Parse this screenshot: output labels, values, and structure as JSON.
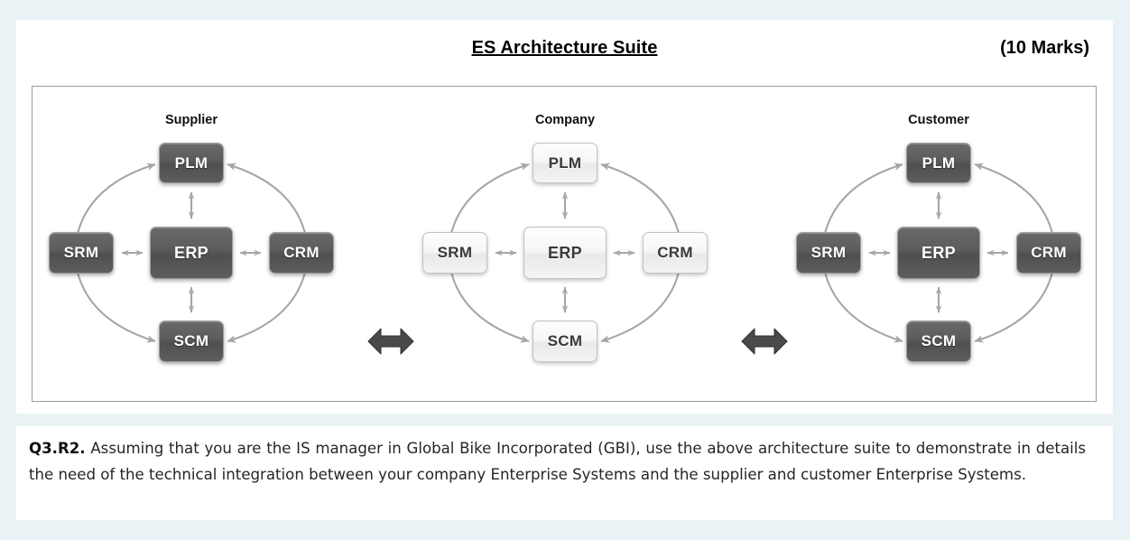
{
  "header": {
    "title": "ES Architecture Suite",
    "marks": "(10 Marks)"
  },
  "diagram": {
    "clusters": [
      {
        "label": "Supplier",
        "style": "dark",
        "nodes": {
          "plm": "PLM",
          "srm": "SRM",
          "erp": "ERP",
          "crm": "CRM",
          "scm": "SCM"
        }
      },
      {
        "label": "Company",
        "style": "light",
        "nodes": {
          "plm": "PLM",
          "srm": "SRM",
          "erp": "ERP",
          "crm": "CRM",
          "scm": "SCM"
        }
      },
      {
        "label": "Customer",
        "style": "dark",
        "nodes": {
          "plm": "PLM",
          "srm": "SRM",
          "erp": "ERP",
          "crm": "CRM",
          "scm": "SCM"
        }
      }
    ],
    "connectors": [
      {
        "name": "supplier-company-link",
        "kind": "double-arrow"
      },
      {
        "name": "company-customer-link",
        "kind": "double-arrow"
      }
    ],
    "colors": {
      "dark_node_fill": "#5b5b5b",
      "dark_node_border": "#9d9d9d",
      "light_node_fill": "#f4f4f4",
      "light_node_border": "#c2c2c2",
      "arrow_gray": "#a6a6a6",
      "big_arrow": "#4a4a4a",
      "frame_border": "#9a9a9a",
      "page_background": "#e9f2f5",
      "panel_background": "#ffffff"
    }
  },
  "question": {
    "number": "Q3.R2.",
    "body": " Assuming that you are the IS manager in Global Bike Incorporated (GBI), use the above architecture suite to demonstrate in details the need of the technical integration between your company Enterprise Systems and the supplier and customer Enterprise Systems."
  }
}
